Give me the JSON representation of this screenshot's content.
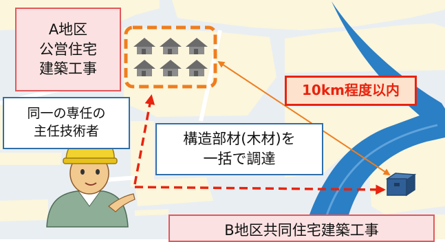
{
  "labels": {
    "district_a": "A地区\n公営住宅\n建築工事",
    "technician": "同一の専任の\n主任技術者",
    "procurement": "構造部材(木材)を\n一括で調達",
    "distance": "10km程度以内",
    "district_b": "B地区共同住宅建築工事"
  },
  "icons": {
    "houses": "house-group-icon",
    "worker": "construction-worker-icon",
    "materials": "wood-material-box-icon"
  },
  "colors": {
    "map_block": "#fbf6dc",
    "river": "#2b7fc4",
    "dashed_arrow": "#e8230e",
    "house_group_border": "#ef7d1e",
    "distance_arrow": "#ef7d1e",
    "box_red_border": "#e2575a",
    "box_blue_border": "#2f6ea8"
  }
}
